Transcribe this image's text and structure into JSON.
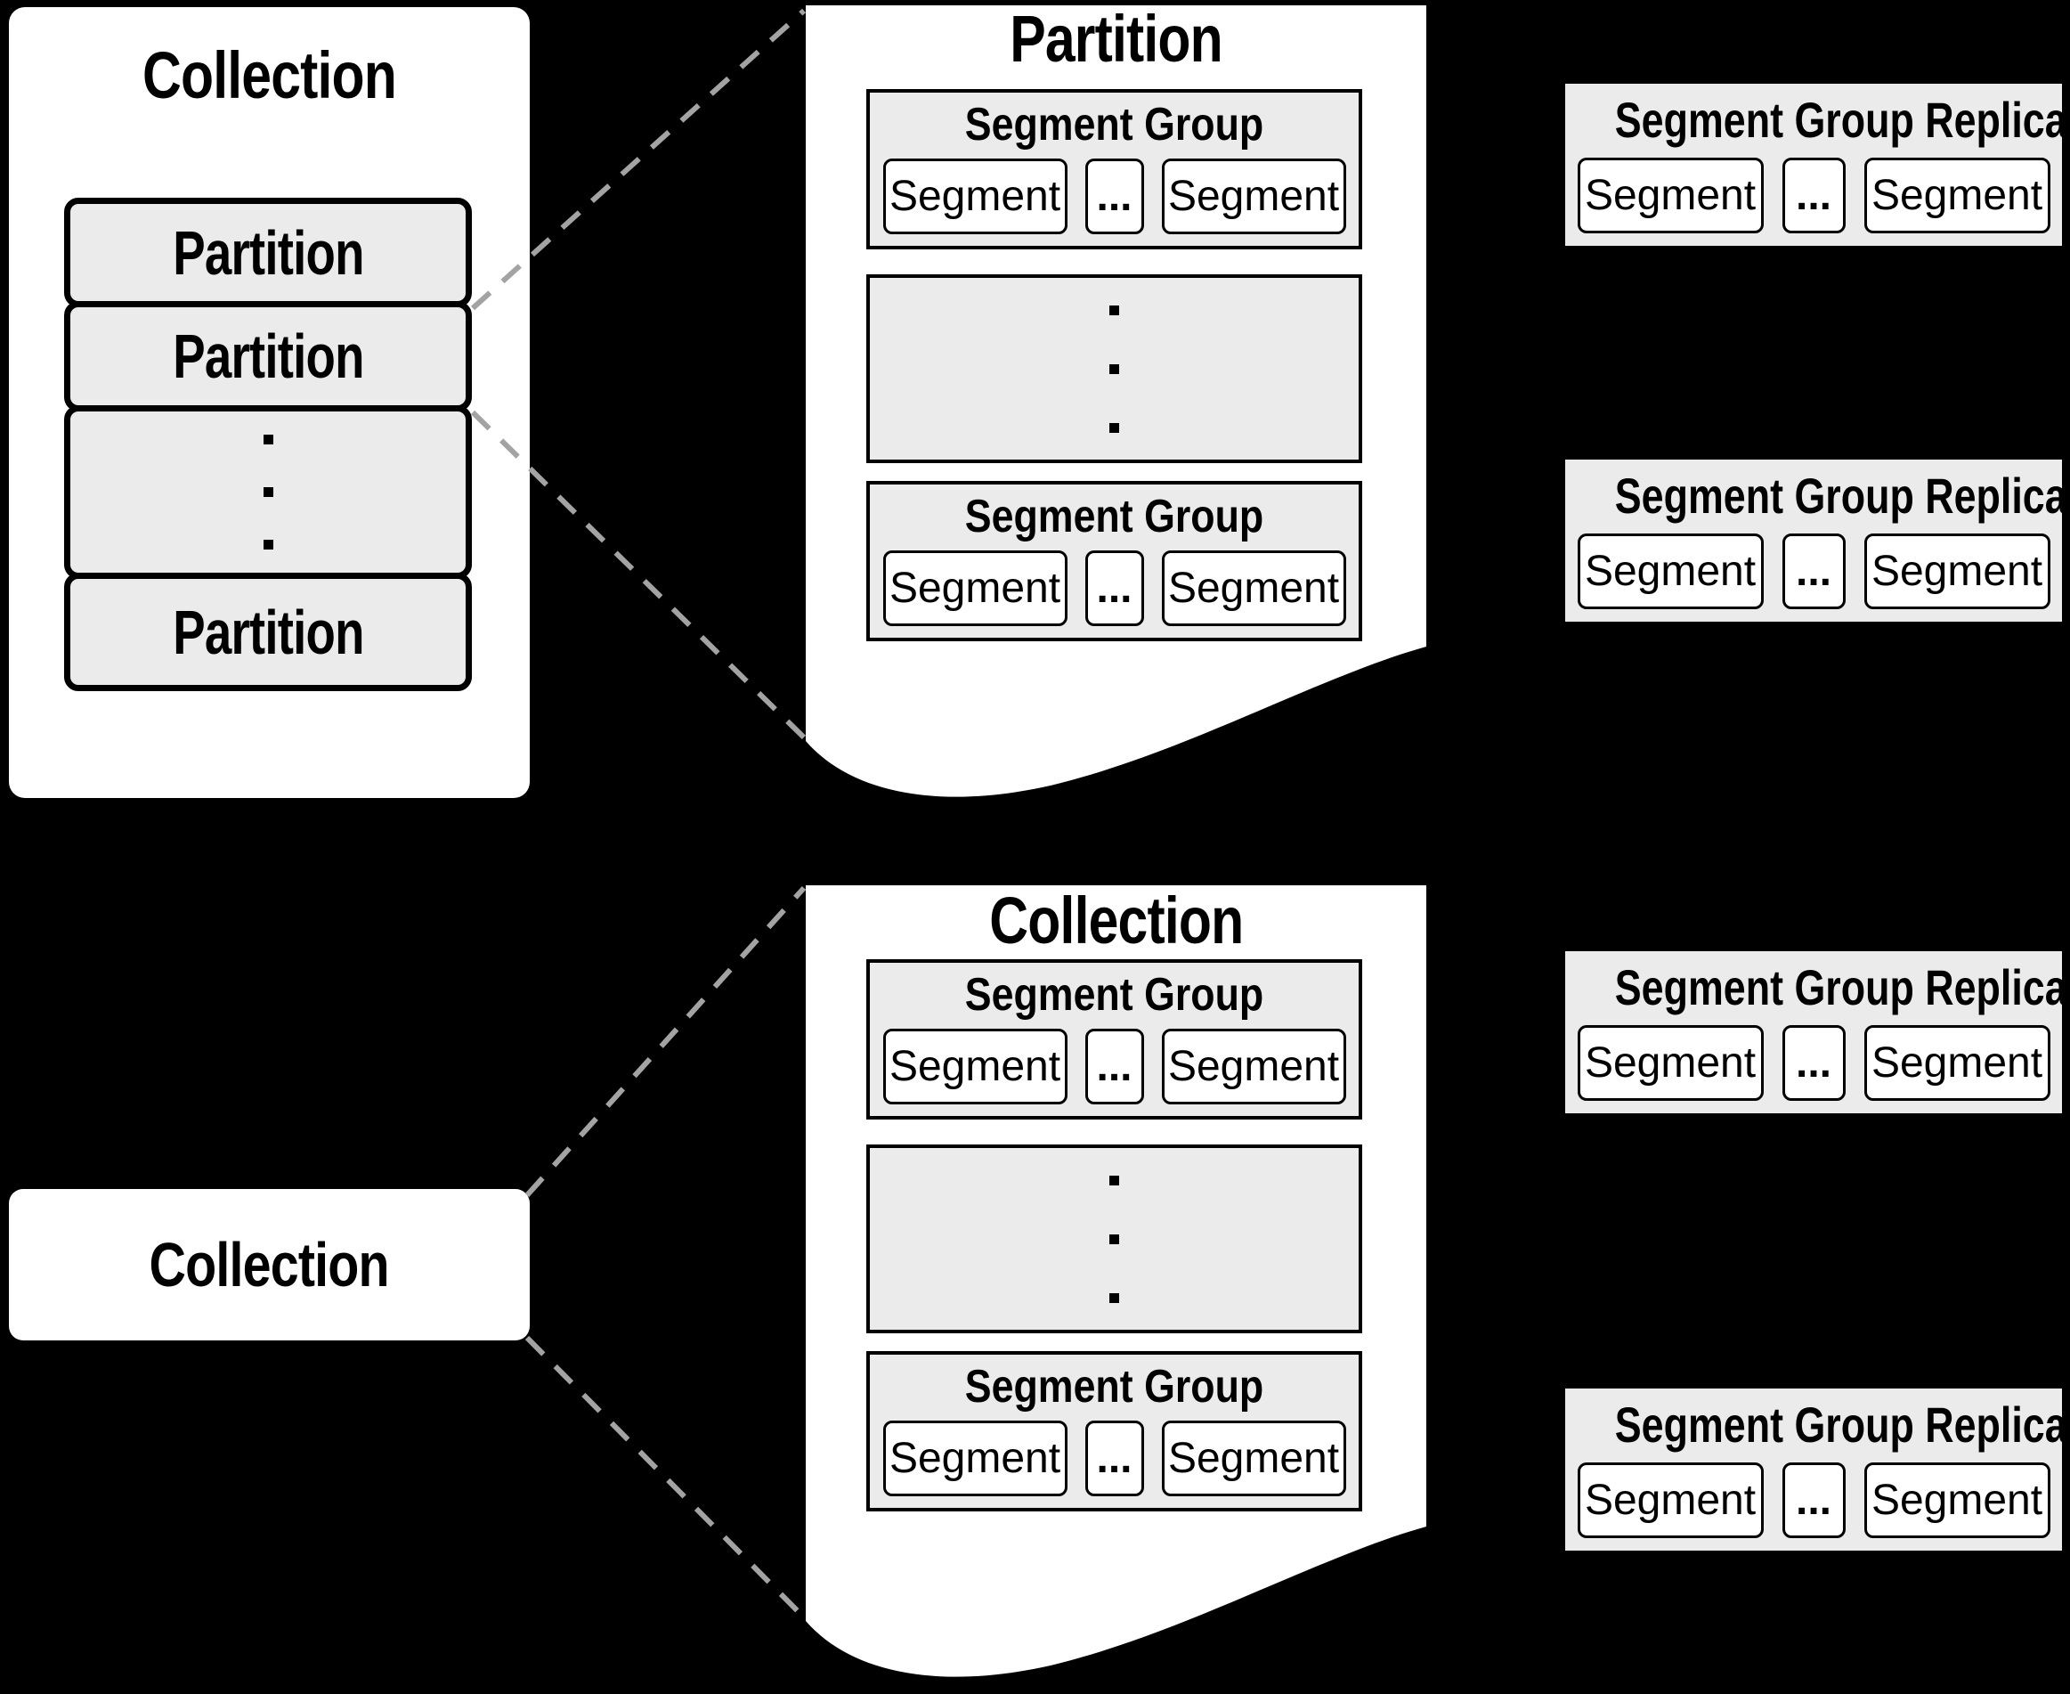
{
  "colors": {
    "background": "#000000",
    "panel": "#ffffff",
    "box_fill": "#ebebeb",
    "border": "#000000",
    "dashed_line": "#a3a3a3"
  },
  "top": {
    "collection": {
      "title": "Collection",
      "partitions": [
        "Partition",
        "Partition",
        "Partition"
      ]
    },
    "detail": {
      "title": "Partition",
      "group_top": {
        "title": "Segment Group",
        "segment_left": "Segment",
        "ellipsis": "...",
        "segment_right": "Segment"
      },
      "group_bottom": {
        "title": "Segment Group",
        "segment_left": "Segment",
        "ellipsis": "...",
        "segment_right": "Segment"
      }
    },
    "replica_top": {
      "title": "Segment Group Replica",
      "segment_left": "Segment",
      "ellipsis": "...",
      "segment_right": "Segment"
    },
    "replica_bottom": {
      "title": "Segment Group Replica",
      "segment_left": "Segment",
      "ellipsis": "...",
      "segment_right": "Segment"
    }
  },
  "bottom": {
    "collection": {
      "title": "Collection"
    },
    "detail": {
      "title": "Collection",
      "group_top": {
        "title": "Segment Group",
        "segment_left": "Segment",
        "ellipsis": "...",
        "segment_right": "Segment"
      },
      "group_bottom": {
        "title": "Segment Group",
        "segment_left": "Segment",
        "ellipsis": "...",
        "segment_right": "Segment"
      }
    },
    "replica_top": {
      "title": "Segment Group Replica",
      "segment_left": "Segment",
      "ellipsis": "...",
      "segment_right": "Segment"
    },
    "replica_bottom": {
      "title": "Segment Group Replica",
      "segment_left": "Segment",
      "ellipsis": "...",
      "segment_right": "Segment"
    }
  }
}
